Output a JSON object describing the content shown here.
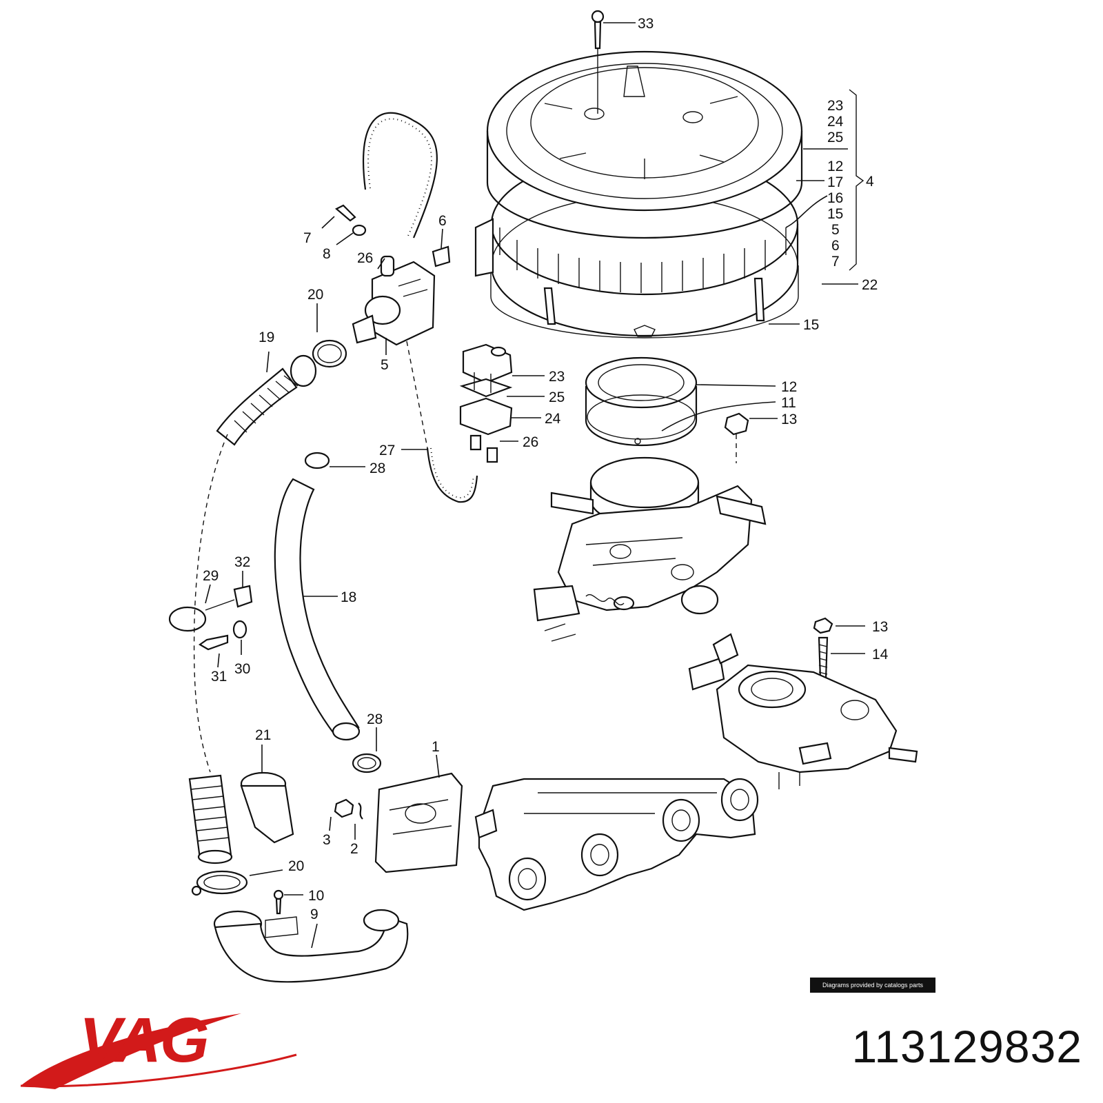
{
  "diagram": {
    "callouts": [
      "33",
      "23",
      "24",
      "25",
      "12",
      "17",
      "16",
      "15",
      "5",
      "6",
      "7",
      "4",
      "22",
      "15",
      "7",
      "8",
      "26",
      "6",
      "20",
      "19",
      "5",
      "23",
      "25",
      "24",
      "26",
      "27",
      "28",
      "12",
      "11",
      "13",
      "18",
      "32",
      "29",
      "31",
      "30",
      "13",
      "14",
      "28",
      "21",
      "1",
      "3",
      "2",
      "20",
      "10",
      "9"
    ]
  },
  "footer": {
    "credit": "Diagrams provided by catalogs parts",
    "brand": "VAG",
    "part_number": "113129832"
  },
  "colors": {
    "brand": "#d21a1a",
    "ink": "#111111"
  }
}
